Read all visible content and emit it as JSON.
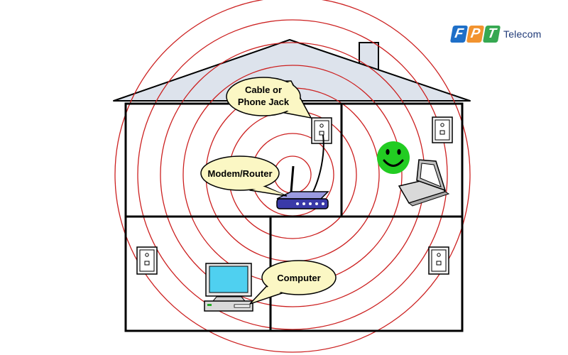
{
  "brand": {
    "letters": [
      "F",
      "P",
      "T"
    ],
    "letter_colors": [
      "#1e6fc8",
      "#f2932f",
      "#36a851"
    ],
    "name": "Telecom"
  },
  "labels": {
    "cable_jack": [
      "Cable or",
      "Phone Jack"
    ],
    "modem_router": "Modem/Router",
    "computer": "Computer"
  },
  "icons": [
    "wall-jack-icon",
    "router-icon",
    "laptop-icon",
    "desktop-computer-icon",
    "smiley-face-icon"
  ],
  "colors": {
    "signal_rings": "#cc2020",
    "bubble_fill": "#fbf7c4",
    "roof_fill": "#dde3ec",
    "smiley": "#22cc22",
    "router_body": "#3a3aa8",
    "monitor_screen": "#4fd0f0"
  }
}
